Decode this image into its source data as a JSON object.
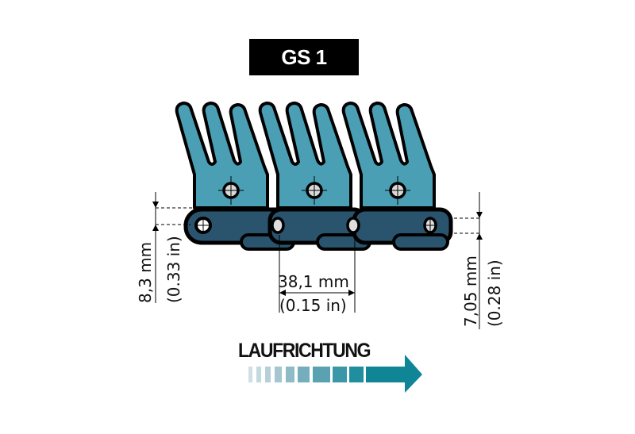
{
  "title": "GS 1",
  "dimensions": {
    "left_height": {
      "metric": "8,3 mm",
      "imperial": "(0.33 in)"
    },
    "pitch": {
      "metric": "38,1 mm",
      "imperial": "(0.15 in)"
    },
    "right_height": {
      "metric": "7,05 mm",
      "imperial": "(0.28 in)"
    }
  },
  "direction": {
    "label": "LAUFRICHTUNG",
    "icon": "arrow-right-icon"
  },
  "colors": {
    "finger_teal": "#4a9fb5",
    "link_dark": "#2a546e",
    "outline": "#000000",
    "arrow_gradient_start": "#c9dde3",
    "arrow_gradient_end": "#0f8596"
  },
  "modules": [
    {
      "id": "module-1"
    },
    {
      "id": "module-2"
    },
    {
      "id": "module-3"
    }
  ]
}
